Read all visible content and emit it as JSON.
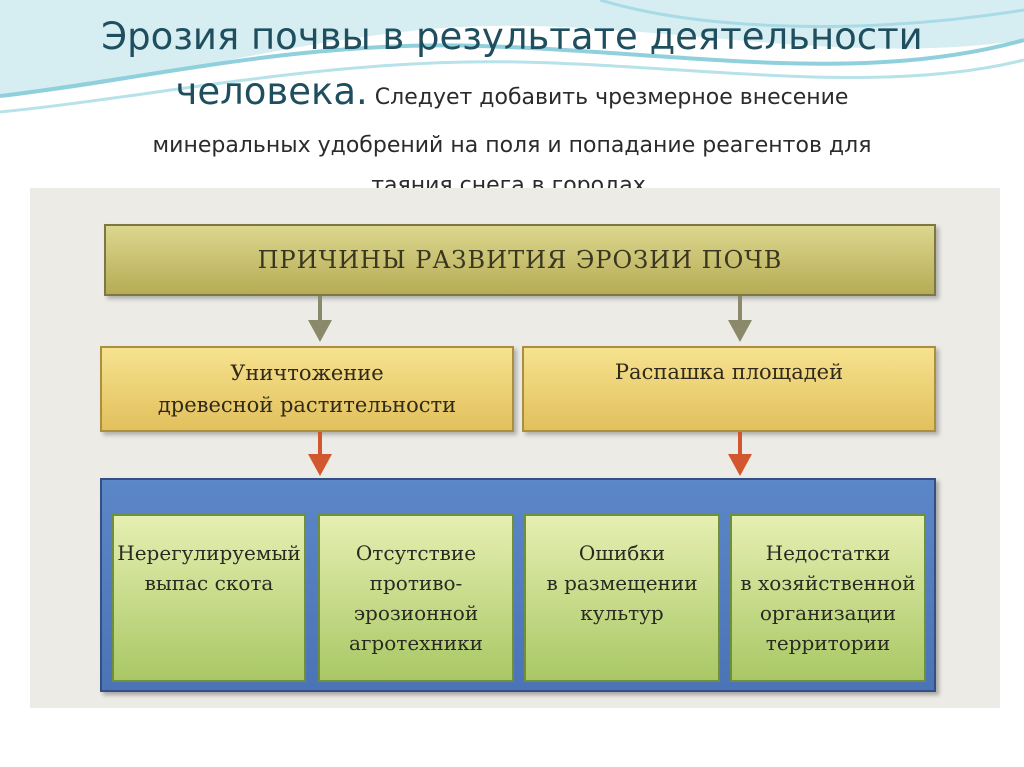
{
  "slide": {
    "title_line1": "Эрозия почвы в результате деятельности",
    "title_line2": "человека.",
    "note_inline": " Следует добавить чрезмерное внесение",
    "note_rest_1": "минеральных удобрений на поля и попадание реагентов для",
    "note_rest_2": "таяния снега в городах."
  },
  "diagram": {
    "root": "ПРИЧИНЫ РАЗВИТИЯ ЭРОЗИИ ПОЧВ",
    "causes": [
      {
        "line1": "Уничтожение",
        "line2": "древесной растительности"
      },
      {
        "line1": "Распашка площадей"
      }
    ],
    "factors": [
      {
        "lines": [
          "Нерегулируемый",
          "выпас скота"
        ]
      },
      {
        "lines": [
          "Отсутствие",
          "противо-",
          "эрозионной",
          "агротехники"
        ]
      },
      {
        "lines": [
          "Ошибки",
          "в размещении",
          "культур"
        ]
      },
      {
        "lines": [
          "Недостатки",
          "в хозяйственной",
          "организации",
          "территории"
        ]
      }
    ]
  },
  "colors": {
    "title": "#1f4e5f",
    "root_box": "#c9c06f",
    "cause_box": "#efd57a",
    "container": "#557fc0",
    "leaf_box": "#c9dc8a",
    "arrow_gray": "#8a8a6a",
    "arrow_red": "#d2562e"
  }
}
